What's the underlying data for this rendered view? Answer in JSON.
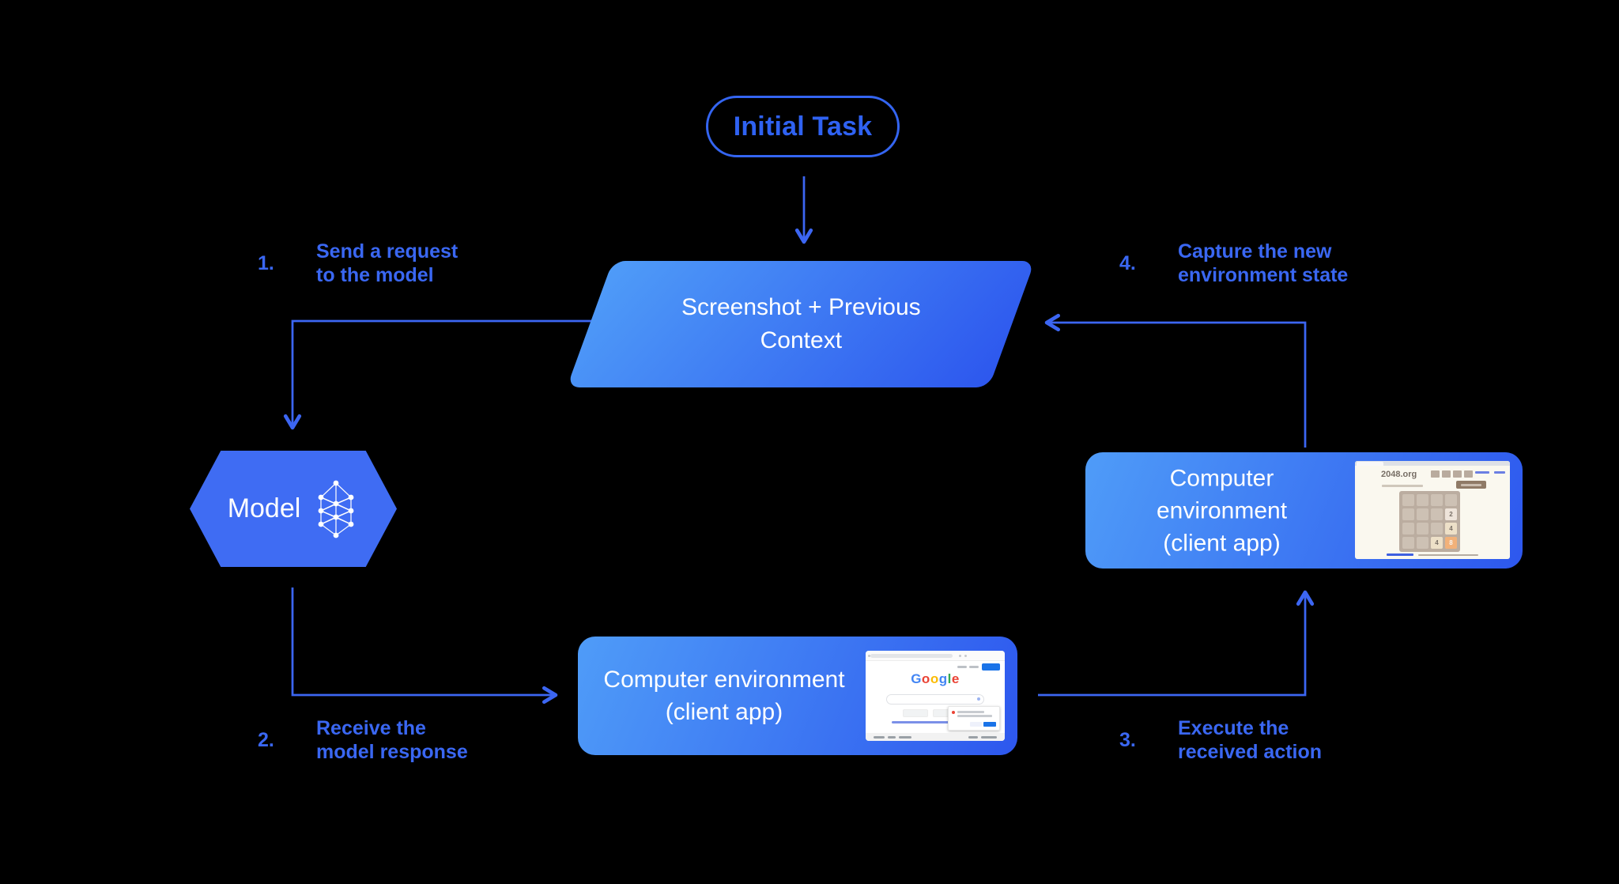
{
  "colors": {
    "background": "#000000",
    "accent_line": "#3C66F2",
    "label_text": "#3A67F2",
    "pill_text": "#2F62F2",
    "pill_border": "#3465F1",
    "shape_grad_start": "#4F9CF8",
    "shape_grad_end": "#2D57EE",
    "hexagon_fill": "#3F6CF3"
  },
  "nodes": {
    "initial_task": {
      "label": "Initial Task"
    },
    "screenshot_context": {
      "line1": "Screenshot + Previous",
      "line2": "Context"
    },
    "model": {
      "label": "Model"
    },
    "env_bottom": {
      "line1": "Computer environment",
      "line2": "(client app)"
    },
    "env_right": {
      "line1": "Computer environment",
      "line2": "(client app)"
    }
  },
  "steps": [
    {
      "num": "1.",
      "line1": "Send a request",
      "line2": "to the model"
    },
    {
      "num": "2.",
      "line1": "Receive the",
      "line2": "model response"
    },
    {
      "num": "3.",
      "line1": "Execute the",
      "line2": "received action"
    },
    {
      "num": "4.",
      "line1": "Capture the new",
      "line2": "environment state"
    }
  ],
  "thumbnails": {
    "google": {
      "logo": [
        {
          "char": "G",
          "color": "#4285F4"
        },
        {
          "char": "o",
          "color": "#EA4335"
        },
        {
          "char": "o",
          "color": "#FBBC05"
        },
        {
          "char": "g",
          "color": "#4285F4"
        },
        {
          "char": "l",
          "color": "#34A853"
        },
        {
          "char": "e",
          "color": "#EA4335"
        }
      ]
    },
    "game2048": {
      "site": "2048.org",
      "tiles": [
        {
          "value": "2",
          "pos": "r2c4",
          "bg": "#EEE4DA",
          "fg": "#776E65"
        },
        {
          "value": "4",
          "pos": "r3c4",
          "bg": "#EDE0C8",
          "fg": "#776E65"
        },
        {
          "value": "4",
          "pos": "r4c3",
          "bg": "#EDE0C8",
          "fg": "#776E65"
        },
        {
          "value": "8",
          "pos": "r4c4",
          "bg": "#F2B179",
          "fg": "#F9F6F2"
        }
      ]
    }
  }
}
